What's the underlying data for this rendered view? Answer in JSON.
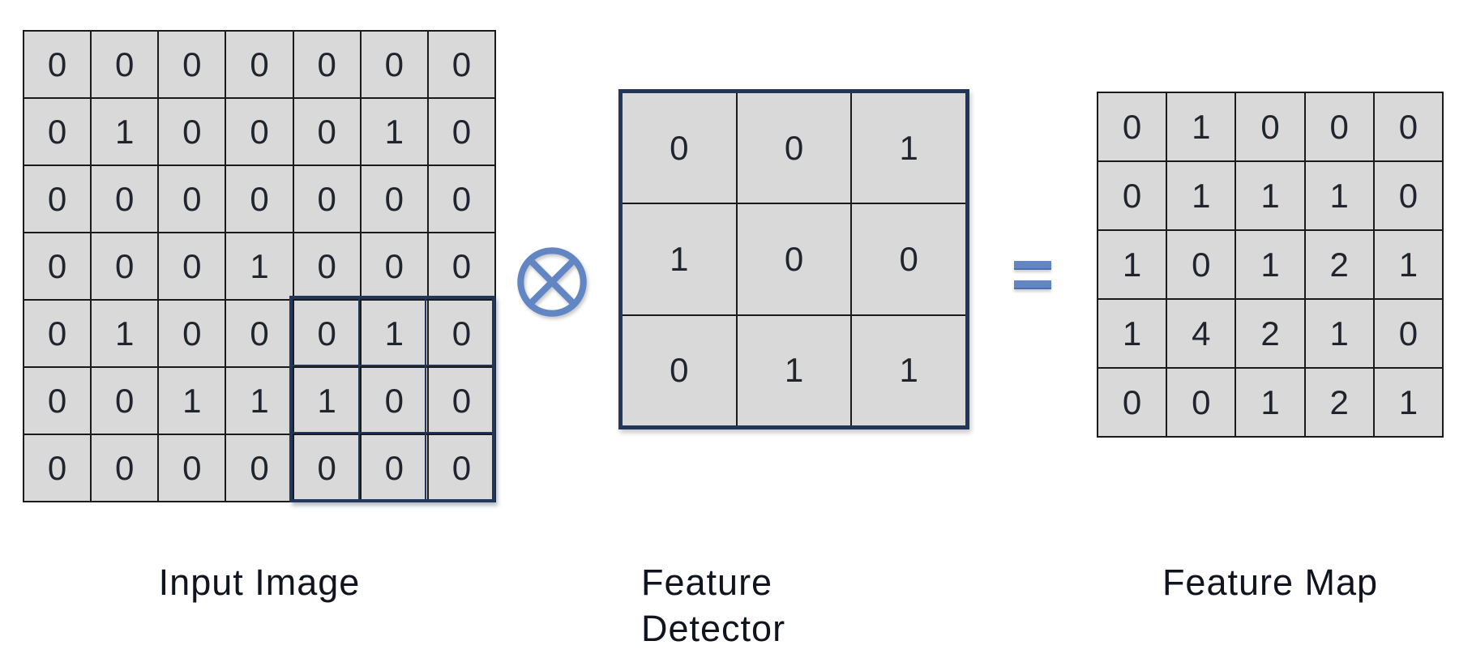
{
  "diagram": {
    "title_concept": "convolution",
    "colors": {
      "cell_fill": "#d9d9d9",
      "grid_line": "#1b1b1b",
      "highlight_navy": "#22365a",
      "symbol_blue": "#6286c3",
      "label_text": "#10141f"
    },
    "input_image": {
      "label": "Input Image",
      "rows": 7,
      "cols": 7,
      "grid": [
        [
          0,
          0,
          0,
          0,
          0,
          0,
          0
        ],
        [
          0,
          1,
          0,
          0,
          0,
          1,
          0
        ],
        [
          0,
          0,
          0,
          0,
          0,
          0,
          0
        ],
        [
          0,
          0,
          0,
          1,
          0,
          0,
          0
        ],
        [
          0,
          1,
          0,
          0,
          0,
          1,
          0
        ],
        [
          0,
          0,
          1,
          1,
          1,
          0,
          0
        ],
        [
          0,
          0,
          0,
          0,
          0,
          0,
          0
        ]
      ],
      "highlight_region": {
        "row_start": 5,
        "row_end": 7,
        "col_start": 5,
        "col_end": 7
      }
    },
    "operator": {
      "symbol": "⊗",
      "meaning": "convolution"
    },
    "feature_detector": {
      "label": "Feature\nDetector",
      "rows": 3,
      "cols": 3,
      "grid": [
        [
          0,
          0,
          1
        ],
        [
          1,
          0,
          0
        ],
        [
          0,
          1,
          1
        ]
      ]
    },
    "equals": {
      "symbol": "="
    },
    "feature_map": {
      "label": "Feature Map",
      "rows": 5,
      "cols": 5,
      "grid": [
        [
          0,
          1,
          0,
          0,
          0
        ],
        [
          0,
          1,
          1,
          1,
          0
        ],
        [
          1,
          0,
          1,
          2,
          1
        ],
        [
          1,
          4,
          2,
          1,
          0
        ],
        [
          0,
          0,
          1,
          2,
          1
        ]
      ]
    }
  }
}
